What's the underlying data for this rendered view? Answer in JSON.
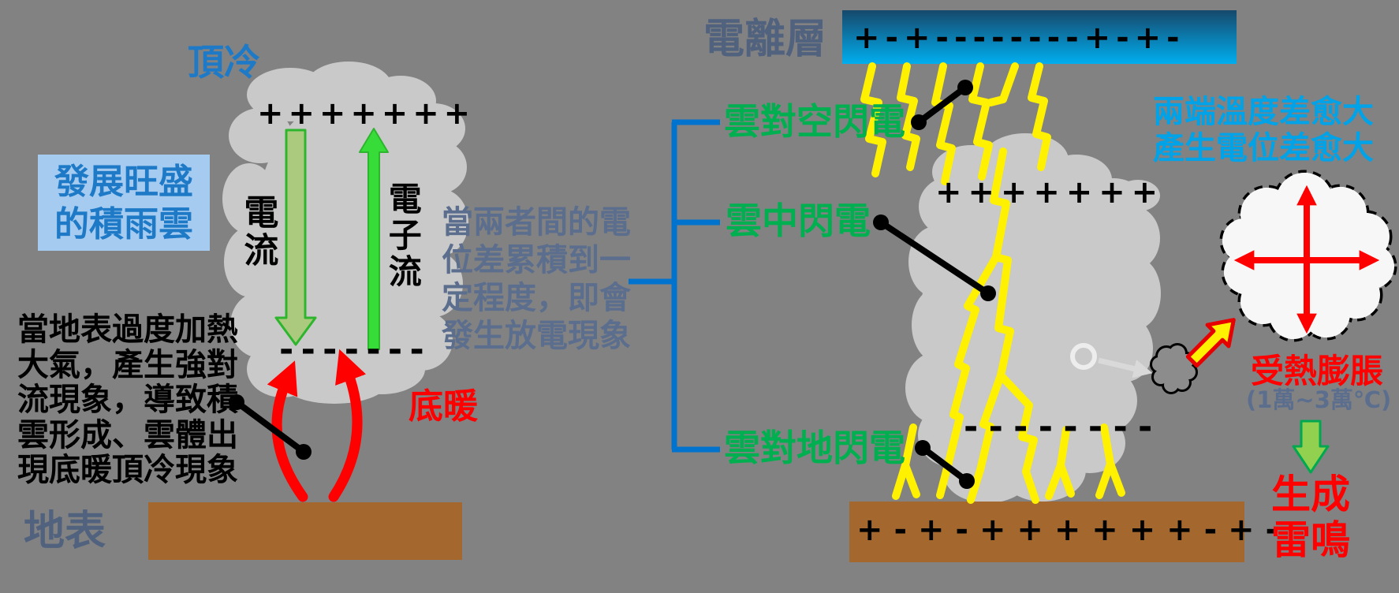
{
  "colors": {
    "background": "#828282",
    "cloud_gray": "#C9C9C9",
    "ground_brown": "#A4682F",
    "ionosphere_top": "#16486B",
    "ionosphere_bottom": "#00AEEF",
    "bracket_blue": "#0073CF",
    "label_blue": "#1E7AC6",
    "label_box_fill": "#A5CBF1",
    "label_green": "#00B050",
    "label_slate": "#51627F",
    "paragraph_slate": "#5C6E8E",
    "accent_red": "#FF0000",
    "lightning_yellow": "#FFF100",
    "arrow_green_fill": "#92D050",
    "azure_text": "#00A2E8"
  },
  "left_panel": {
    "top_cold_label": "頂冷",
    "cloud_box_line1": "發展旺盛",
    "cloud_box_line2": "的積雨雲",
    "plus_row": "+ + + + + + +",
    "minus_row": "- - - - - - -",
    "current_label": "電流",
    "electron_flow_label": "電子流",
    "bottom_warm_label": "底暖",
    "ground_label": "地表",
    "description_line1": "當地表過度加熱",
    "description_line2": "大氣，產生強對",
    "description_line3": "流現象，導致積",
    "description_line4": "雲形成、雲體出",
    "description_line5": "現底暖頂冷現象"
  },
  "middle": {
    "description_line1": "當兩者間的電",
    "description_line2": "位差累積到一",
    "description_line3": "定程度，即會",
    "description_line4": "發生放電現象"
  },
  "right_panel": {
    "ionosphere_label": "電離層",
    "ionosphere_charges": "+ - + - - - - - - - - + - + -",
    "lightning_type_air": "雲對空閃電",
    "lightning_type_intracloud": "雲中閃電",
    "lightning_type_ground": "雲對地閃電",
    "cloud_plus_row": "+ + + + + + +",
    "cloud_minus_row": "- - - - - - - -",
    "ground_charges": "+ - + - + + + + + + - + -",
    "temp_note_line1": "兩端溫度差愈大",
    "temp_note_line2": "產生電位差愈大",
    "expansion_label": "受熱膨脹",
    "expansion_range": "(1萬~3萬℃)",
    "thunder_line1": "生成",
    "thunder_line2": "雷鳴"
  }
}
